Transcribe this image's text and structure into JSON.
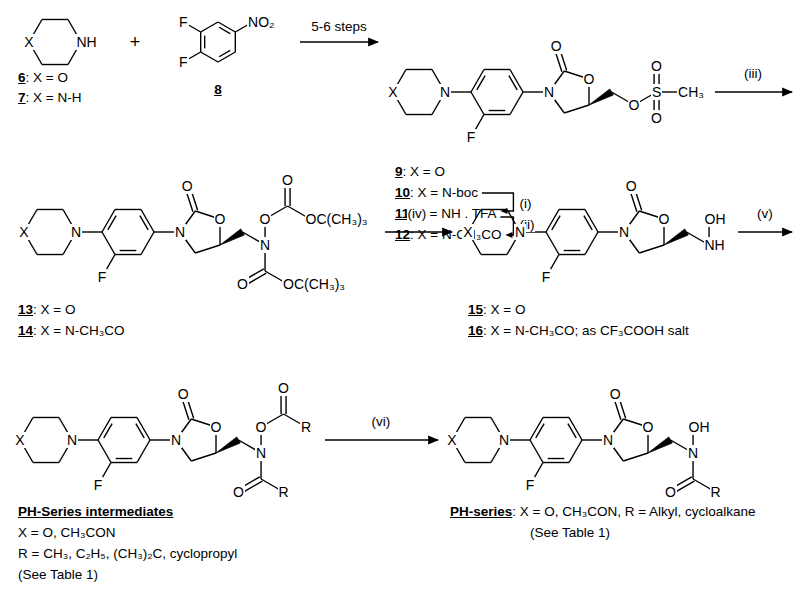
{
  "diagram": {
    "labels": [
      "X",
      "NH",
      "6",
      ": X = O",
      "7",
      ": X = N-H",
      "+",
      "F",
      "F",
      "NO₂",
      "8",
      "5-6 steps",
      "X",
      "N",
      "F",
      "O",
      "N",
      "O",
      "O",
      "S",
      "O",
      "O",
      "CH₃",
      "(iii)",
      "9",
      ": X = O",
      "10",
      ": X = N-boc",
      "11",
      ": X = NH . TFA",
      "12",
      ": X = N-CH₃CO",
      "(i)",
      "(ii)",
      "X",
      "N",
      "F",
      "O",
      "N",
      "O",
      "N",
      "O",
      "O",
      "OC(CH₃)₃",
      "O",
      "OC(CH₃)₃",
      "13",
      ": X = O",
      "14",
      ": X = N-CH₃CO",
      "(iv)",
      "X",
      "N",
      "F",
      "O",
      "N",
      "O",
      "NH",
      "OH",
      "15",
      ": X = O",
      "16",
      ": X = N-CH₃CO; as CF₃COOH salt",
      "(v)",
      "X",
      "N",
      "F",
      "O",
      "N",
      "O",
      "N",
      "O",
      "O",
      "R",
      "O",
      "R",
      "PH-Series intermediates",
      "X = O, CH₃CON",
      "R = CH₃, C₂H₅, (CH₃)₂C, cyclopropyl",
      "(See Table 1)",
      "(vi)",
      "X",
      "N",
      "F",
      "O",
      "N",
      "O",
      "N",
      "OH",
      "O",
      "R",
      "PH-series",
      ": X = O, CH₃CON, R = Alkyl, cycloalkane",
      "(See Table 1)"
    ]
  }
}
